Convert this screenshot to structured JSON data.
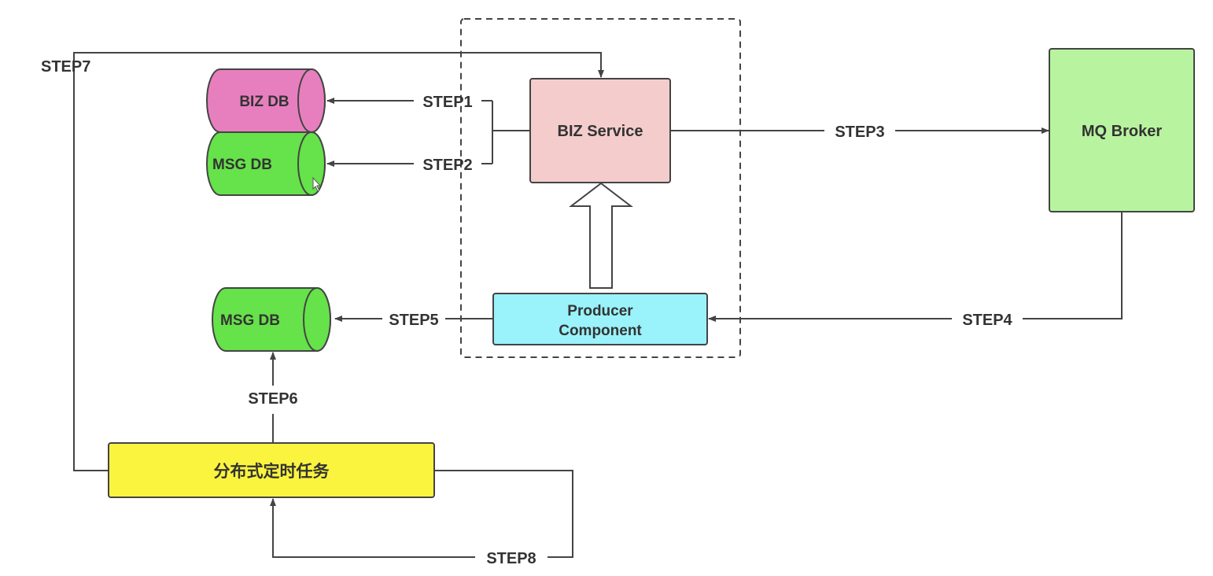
{
  "nodes": {
    "biz_db": "BIZ DB",
    "msg_db_top": "MSG DB",
    "biz_service": "BIZ Service",
    "mq_broker": "MQ Broker",
    "producer_line1": "Producer",
    "producer_line2": "Component",
    "msg_db_bottom": "MSG DB",
    "scheduler": "分布式定时任务"
  },
  "steps": {
    "step1": "STEP1",
    "step2": "STEP2",
    "step3": "STEP3",
    "step4": "STEP4",
    "step5": "STEP5",
    "step6": "STEP6",
    "step7": "STEP7",
    "step8": "STEP8"
  },
  "colors": {
    "biz_db": "#e77fbf",
    "msg_db": "#66e24a",
    "biz_service": "#f4cccc",
    "mq_broker": "#b8f4a0",
    "producer": "#9af2fb",
    "scheduler": "#fbf43f",
    "line": "#444444"
  }
}
